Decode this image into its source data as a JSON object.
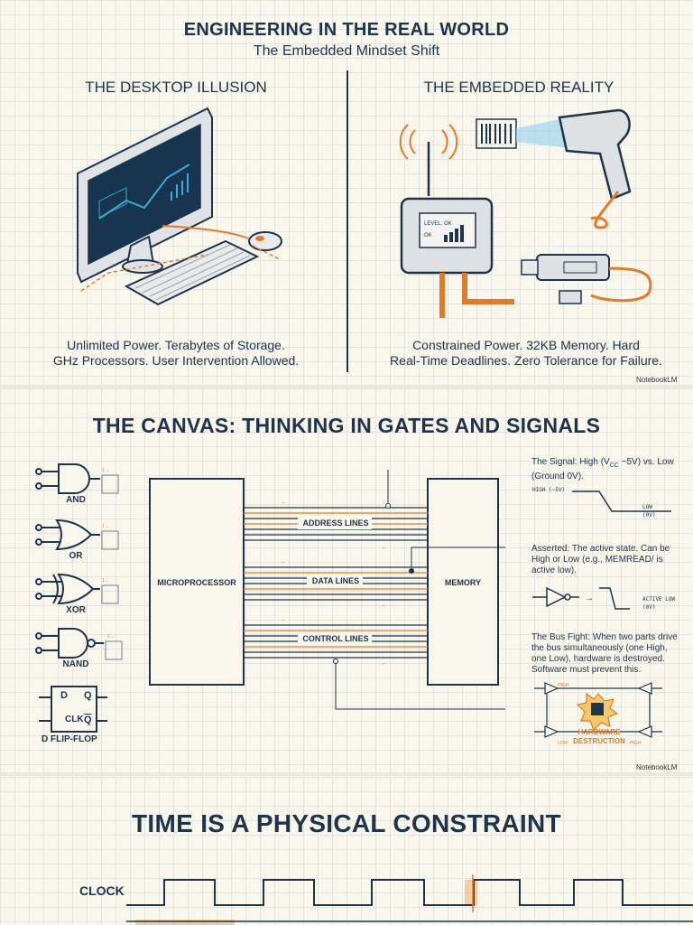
{
  "panel1": {
    "title": "ENGINEERING IN THE REAL WORLD",
    "subtitle": "The Embedded Mindset Shift",
    "left_heading": "THE DESKTOP ILLUSION",
    "right_heading": "THE EMBEDDED REALITY",
    "left_caption_1": "Unlimited Power. Terabytes of Storage.",
    "left_caption_2": "GHz Processors. User Intervention Allowed.",
    "right_caption_1": "Constrained Power. 32KB Memory. Hard",
    "right_caption_2": "Real-Time Deadlines. Zero Tolerance for Failure.",
    "device_screen_line1": "LEVEL: OK",
    "device_screen_line2": "OK",
    "watermark": "NotebookLM"
  },
  "panel2": {
    "title": "THE CANVAS: THINKING IN GATES AND SIGNALS",
    "gates": [
      "AND",
      "OR",
      "XOR",
      "NAND",
      "D FLIP-FLOP"
    ],
    "flipflop_d": "D",
    "flipflop_q": "Q",
    "flipflop_clk": "CLK",
    "flipflop_qbar": "Q",
    "microprocessor": "MICROPROCESSOR",
    "memory": "MEMORY",
    "address_lines": "ADDRESS LINES",
    "data_lines": "DATA LINES",
    "control_lines": "CONTROL LINES",
    "signal_note_1": "The Signal: High (V",
    "signal_note_sub": "CC",
    "signal_note_2": " ~5V) vs. Low",
    "signal_note_3": "(Ground 0V).",
    "high_label": "HIGH (~5V)",
    "low_label_1": "LOW",
    "low_label_2": "(0V)",
    "asserted_1": "Asserted: The active state. Can be",
    "asserted_2": "High or Low (e.g., MEMREAD/ is",
    "asserted_3": "active low).",
    "active_low_1": "ACTIVE LOW",
    "active_low_2": "(0V)",
    "busfight_1": "The Bus Fight: When two parts drive",
    "busfight_2": "the bus simultaneously (one High,",
    "busfight_3": "one Low), hardware is destroyed.",
    "busfight_4": "Software must prevent this.",
    "high_tag": "HIGH",
    "low_tag": "LOW",
    "hw_destruction_1": "HARDWARE",
    "hw_destruction_2": "DESTRUCTION",
    "watermark": "NotebookLM"
  },
  "panel3": {
    "title": "TIME IS A PHYSICAL CONSTRAINT",
    "clock_label": "CLOCK"
  },
  "colors": {
    "navy": "#1f3349",
    "orange": "#e07b2a",
    "blue": "#3fa7d6",
    "grid": "#e3e4df",
    "background": "#f9f6ec"
  }
}
